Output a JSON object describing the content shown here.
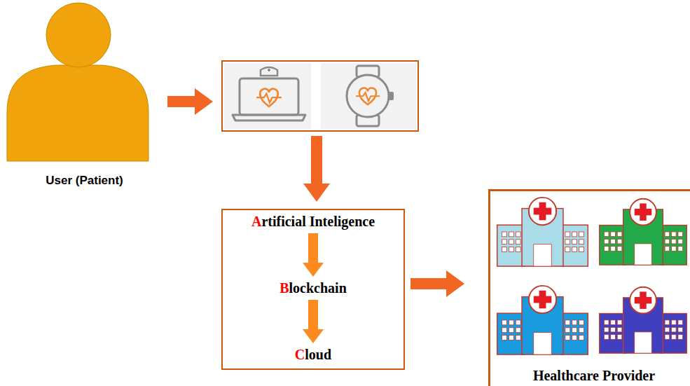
{
  "diagram": {
    "nodes": [
      {
        "text": [
          "User (Patient)"
        ]
      },
      {
        "text": []
      },
      {
        "text": []
      },
      {
        "text": [
          "Artificial Inteligence"
        ],
        "in": 2
      },
      {
        "text": [
          "Blockchain"
        ],
        "in": 2
      },
      {
        "text": [
          "Cloud"
        ],
        "in": 2
      },
      {
        "text": [
          "Healthcare Provider"
        ]
      }
    ],
    "edges": [
      {
        "from": 0,
        "to": 1,
        "arrow": "to"
      },
      {
        "from": 1,
        "to": 2,
        "arrow": "to"
      },
      {
        "from": 3,
        "to": 4,
        "arrow": "to"
      },
      {
        "from": 4,
        "to": 5,
        "arrow": "to"
      },
      {
        "from": 2,
        "to": 6,
        "arrow": "to"
      }
    ]
  }
}
